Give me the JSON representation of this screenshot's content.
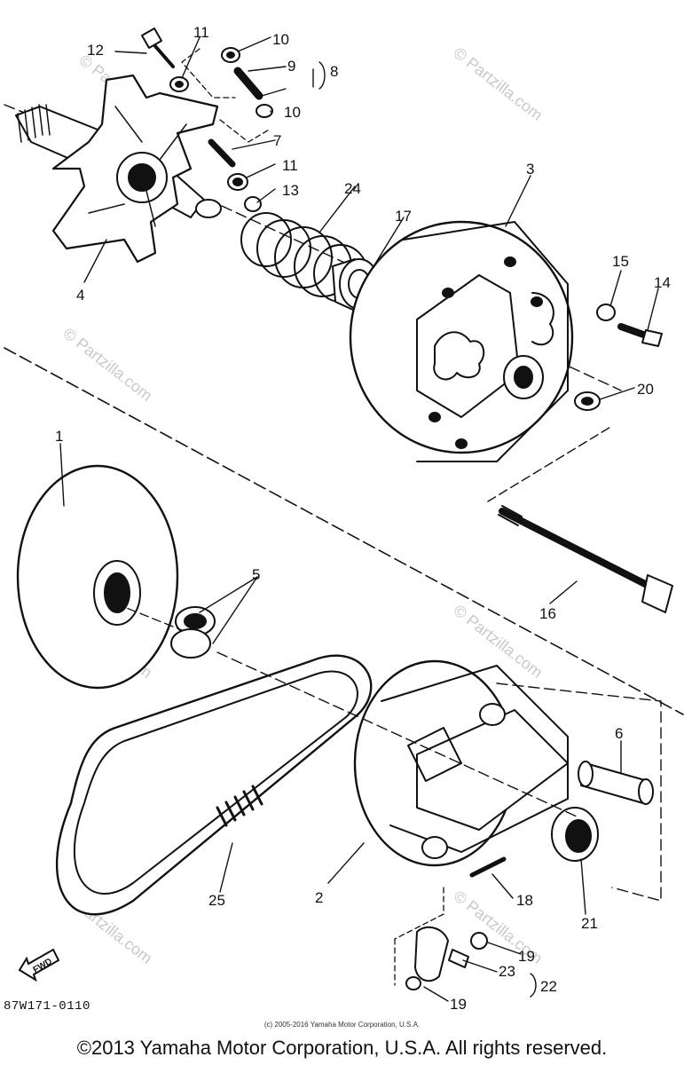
{
  "diagram": {
    "callouts": [
      {
        "id": "p1",
        "label": "1"
      },
      {
        "id": "p2",
        "label": "2"
      },
      {
        "id": "p3",
        "label": "3"
      },
      {
        "id": "p4",
        "label": "4"
      },
      {
        "id": "p5",
        "label": "5"
      },
      {
        "id": "p6",
        "label": "6"
      },
      {
        "id": "p7",
        "label": "7"
      },
      {
        "id": "p8",
        "label": "8"
      },
      {
        "id": "p9",
        "label": "9"
      },
      {
        "id": "p10a",
        "label": "10"
      },
      {
        "id": "p10b",
        "label": "10"
      },
      {
        "id": "p11a",
        "label": "11"
      },
      {
        "id": "p11b",
        "label": "11"
      },
      {
        "id": "p12",
        "label": "12"
      },
      {
        "id": "p13",
        "label": "13"
      },
      {
        "id": "p14",
        "label": "14"
      },
      {
        "id": "p15",
        "label": "15"
      },
      {
        "id": "p16",
        "label": "16"
      },
      {
        "id": "p17",
        "label": "17"
      },
      {
        "id": "p18",
        "label": "18"
      },
      {
        "id": "p19a",
        "label": "19"
      },
      {
        "id": "p19b",
        "label": "19"
      },
      {
        "id": "p20",
        "label": "20"
      },
      {
        "id": "p21",
        "label": "21"
      },
      {
        "id": "p22",
        "label": "22"
      },
      {
        "id": "p23",
        "label": "23"
      },
      {
        "id": "p24",
        "label": "24"
      },
      {
        "id": "p25",
        "label": "25"
      }
    ],
    "fwd_label": "FWD",
    "watermark": "© Partzilla.com",
    "diagram_code": "87W171-0110",
    "small_credit": "(c) 2005-2016 Yamaha Motor Corporation, U.S.A.",
    "copyright": "©2013 Yamaha Motor Corporation, U.S.A. All rights reserved."
  }
}
